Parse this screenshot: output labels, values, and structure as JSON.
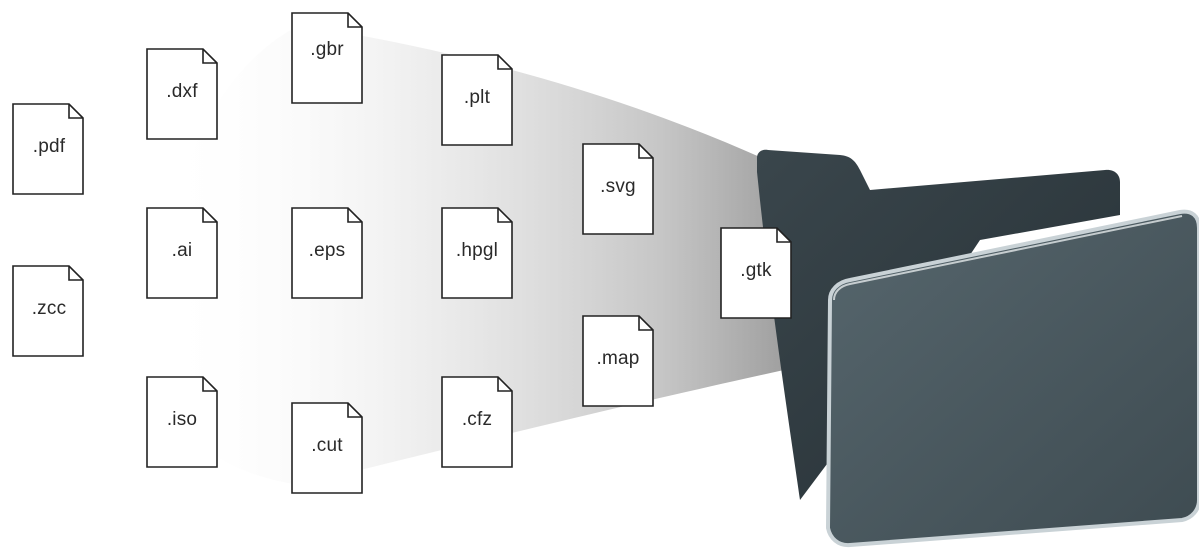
{
  "files": [
    ".pdf",
    ".zcc",
    ".dxf",
    ".ai",
    ".iso",
    ".gbr",
    ".eps",
    ".cut",
    ".plt",
    ".hpgl",
    ".cfz",
    ".svg",
    ".map",
    ".gtk"
  ],
  "colors": {
    "folder_front": "#4a5960",
    "folder_back": "#2f3a40",
    "folder_rim": "#c7d0d4",
    "beam": "#8a8a8a",
    "doc_stroke": "#222222",
    "doc_fill": "#ffffff"
  }
}
